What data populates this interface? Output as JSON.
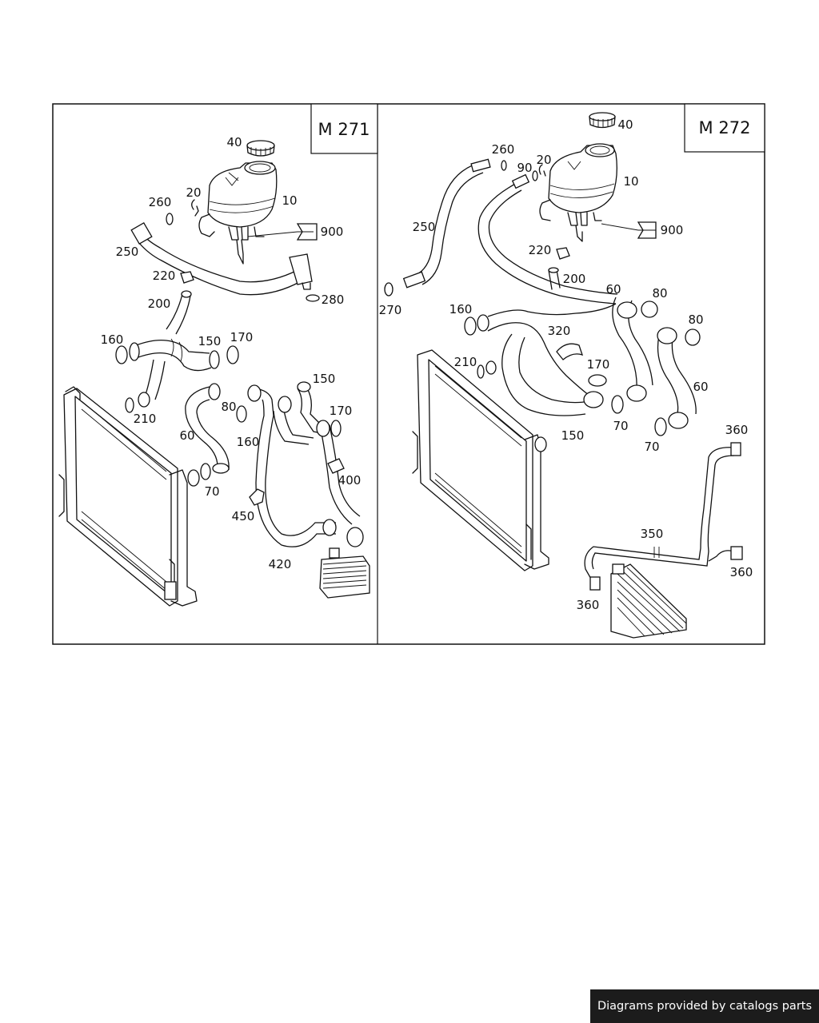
{
  "panels": [
    {
      "model": "M 271",
      "callouts": [
        "40",
        "10",
        "20",
        "260",
        "900",
        "250",
        "220",
        "280",
        "200",
        "160",
        "150",
        "170",
        "210",
        "80",
        "60",
        "70",
        "160",
        "150",
        "170",
        "400",
        "450",
        "420"
      ]
    },
    {
      "model": "M 272",
      "callouts": [
        "40",
        "260",
        "90",
        "20",
        "10",
        "900",
        "250",
        "220",
        "200",
        "270",
        "60",
        "80",
        "160",
        "320",
        "80",
        "210",
        "170",
        "60",
        "150",
        "70",
        "70",
        "360",
        "350",
        "360",
        "360"
      ]
    }
  ],
  "footer": {
    "text": "Diagrams provided by catalogs parts"
  },
  "colors": {
    "line": "#111111",
    "background": "#ffffff",
    "footer_bg": "#1c1c1c",
    "footer_text": "#ffffff"
  }
}
